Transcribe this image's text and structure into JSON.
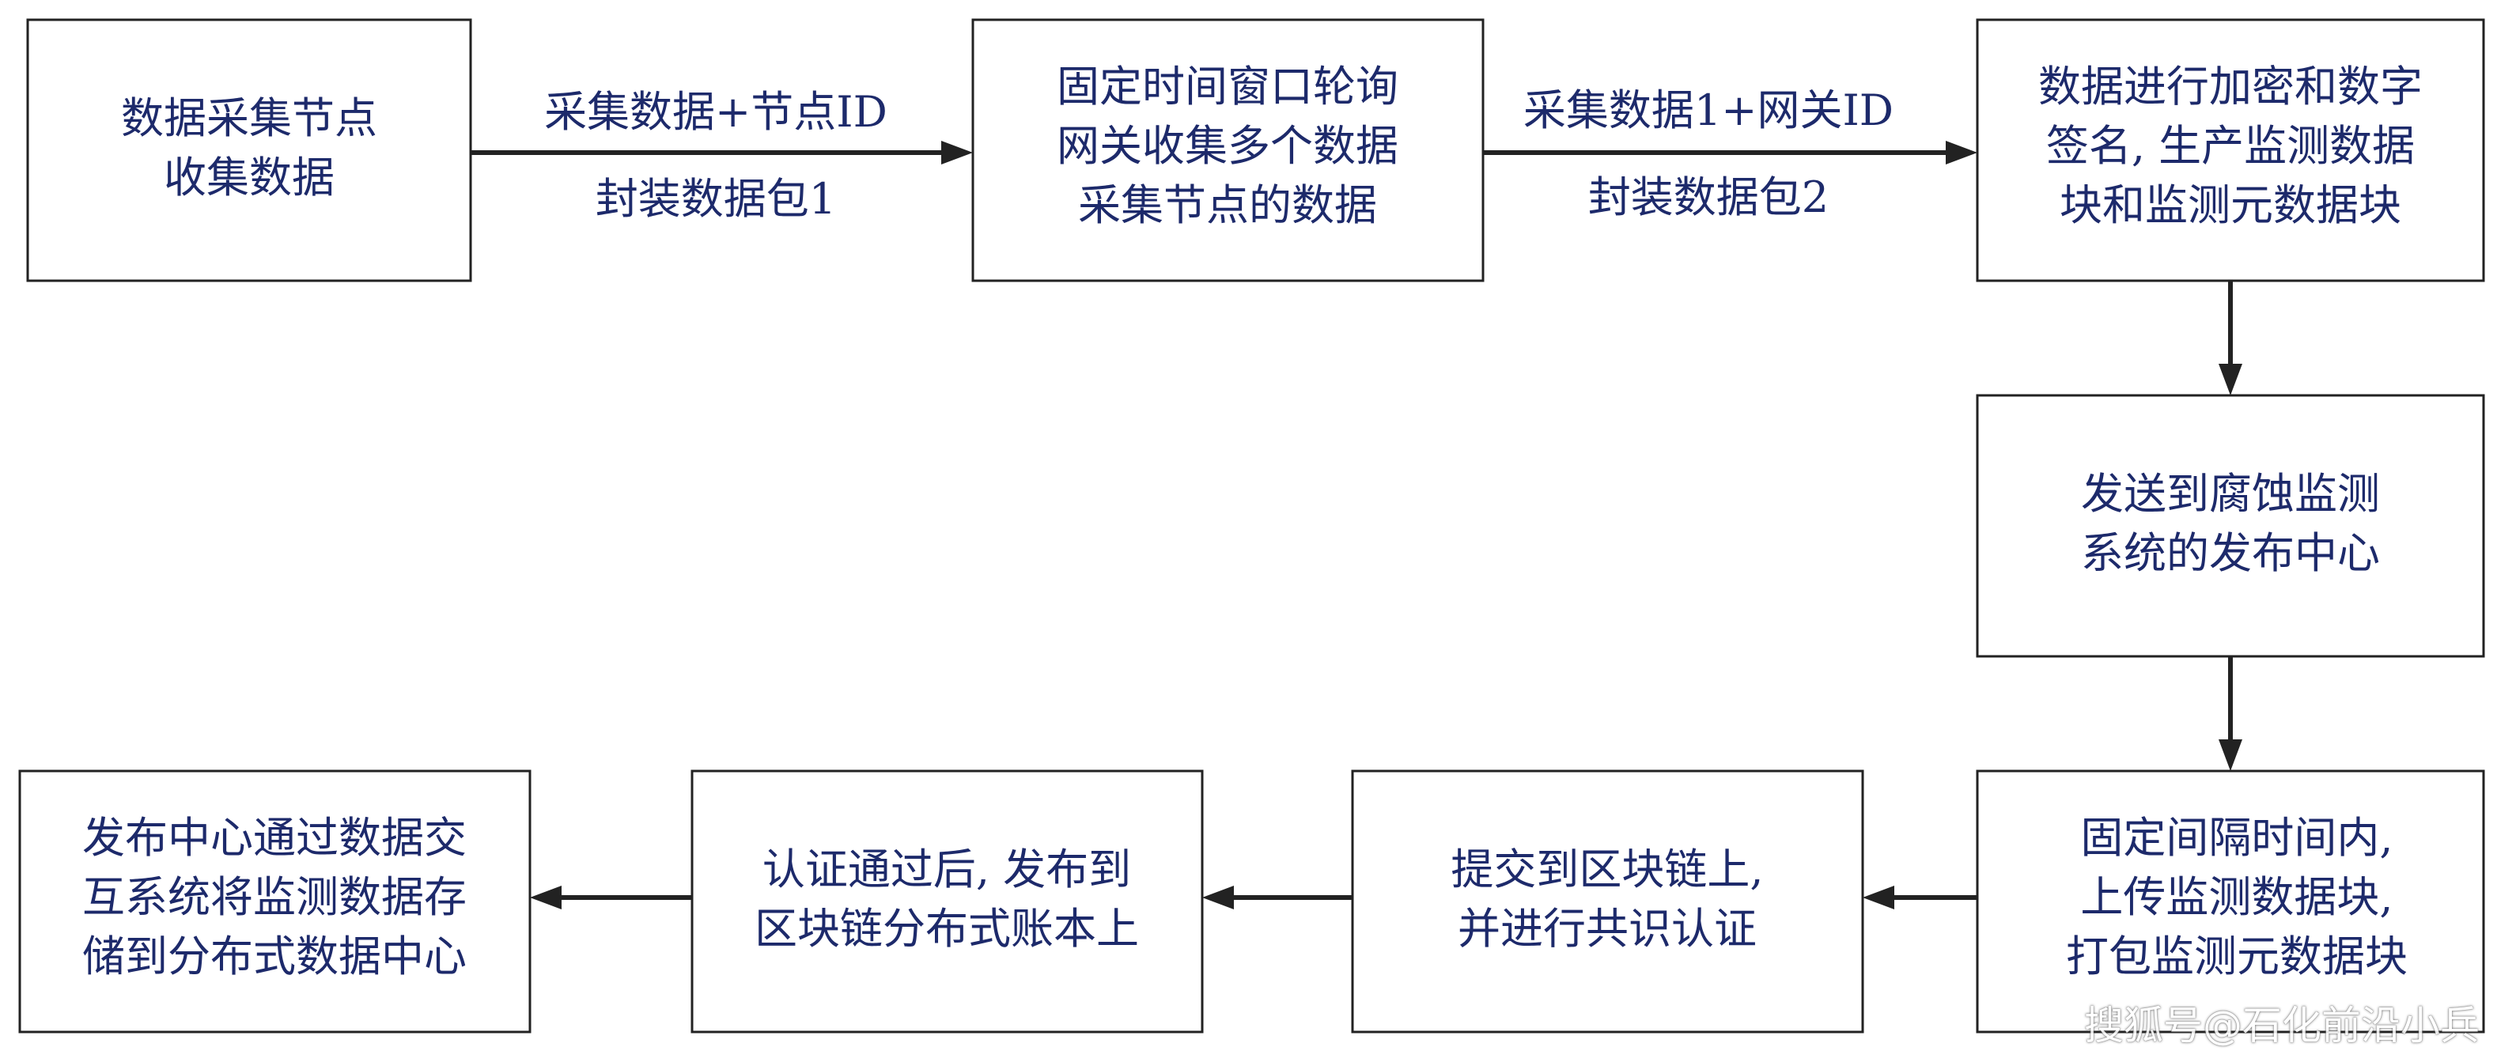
{
  "nodes": {
    "collect": [
      "数据采集节点",
      "收集数据"
    ],
    "gateway": [
      "固定时间窗口轮询",
      "网关收集多个数据",
      "采集节点的数据"
    ],
    "encrypt": [
      "数据进行加密和数字",
      "签名, 生产监测数据",
      "块和监测元数据块"
    ],
    "send": [
      "发送到腐蚀监测",
      "系统的发布中心"
    ],
    "upload": [
      "固定间隔时间内,",
      "上传监测数据块,",
      "打包监测元数据块"
    ],
    "submit": [
      "提交到区块链上,",
      "并进行共识认证"
    ],
    "publish": [
      "认证通过后, 发布到",
      "区块链分布式账本上"
    ],
    "store": [
      "发布中心通过数据交",
      "互系统将监测数据存",
      "储到分布式数据中心"
    ]
  },
  "edges": {
    "e1": {
      "above": "采集数据+节点ID",
      "below": "封装数据包1"
    },
    "e2": {
      "above": "采集数据1+网关ID",
      "below": "封装数据包2"
    }
  },
  "watermark": "搜狐号@石化前沿小兵"
}
